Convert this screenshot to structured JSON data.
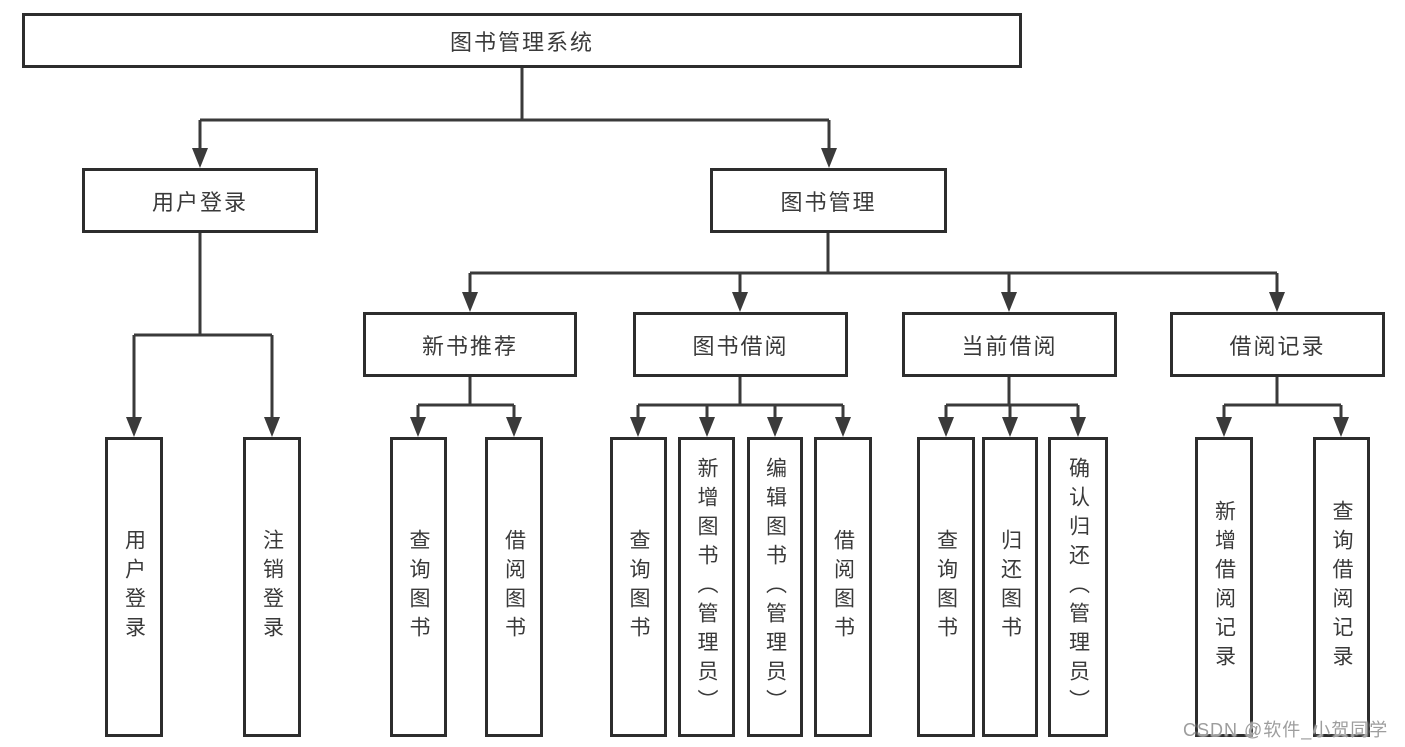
{
  "tree": {
    "label": "图书管理系统",
    "children": [
      {
        "label": "用户登录",
        "children": [
          {
            "label": "用户登录"
          },
          {
            "label": "注销登录"
          }
        ]
      },
      {
        "label": "图书管理",
        "children": [
          {
            "label": "新书推荐",
            "children": [
              {
                "label": "查询图书"
              },
              {
                "label": "借阅图书"
              }
            ]
          },
          {
            "label": "图书借阅",
            "children": [
              {
                "label": "查询图书"
              },
              {
                "label": "新增图书（管理员）"
              },
              {
                "label": "编辑图书（管理员）"
              },
              {
                "label": "借阅图书"
              }
            ]
          },
          {
            "label": "当前借阅",
            "children": [
              {
                "label": "查询图书"
              },
              {
                "label": "归还图书"
              },
              {
                "label": "确认归还（管理员）"
              }
            ]
          },
          {
            "label": "借阅记录",
            "children": [
              {
                "label": "新增借阅记录"
              },
              {
                "label": "查询借阅记录"
              }
            ]
          }
        ]
      }
    ]
  },
  "watermark": "CSDN @软件_小贺同学",
  "colors": {
    "line": "#3a3a3a",
    "box_border": "#2d2d2d",
    "box_fill": "#ffffff",
    "text": "#3a3a3a",
    "watermark": "#9d9d9d"
  }
}
